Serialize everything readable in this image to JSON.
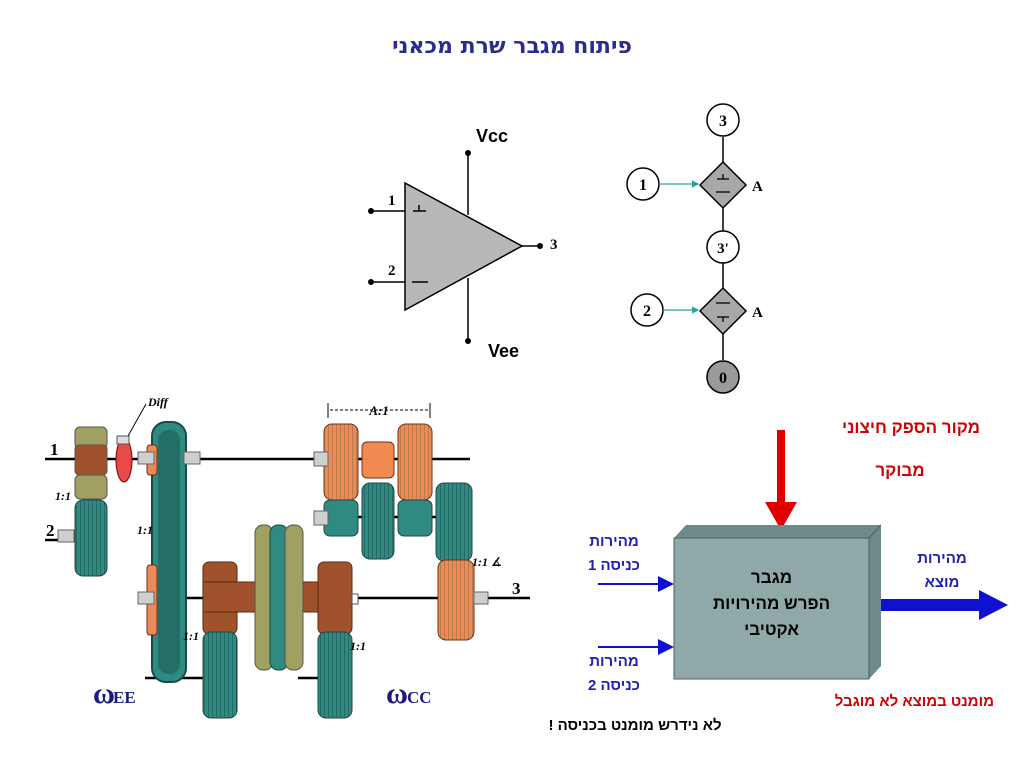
{
  "title": "פיתוח מגבר שרת מכאני",
  "opamp": {
    "vcc": "Vcc",
    "vee": "Vee",
    "pin1": "1",
    "pin2": "2",
    "pin3": "3"
  },
  "model": {
    "node3": "3",
    "node3p": "3'",
    "node0": "0",
    "node1": "1",
    "node2": "2",
    "gainA1": "A",
    "gainA2": "A"
  },
  "gearbox": {
    "diff": "Diff",
    "ratioA": "A:1",
    "in1": "1",
    "in2": "2",
    "out3": "3",
    "r1": "1:1",
    "r2": "1:1",
    "r3": "1:1",
    "r4": "1:1",
    "r5": "1:1",
    "omegaEE_sym": "ω",
    "omegaEE_sub": "EE",
    "omegaCC_sym": "ω",
    "omegaCC_sub": "CC"
  },
  "block": {
    "ext_source_line1": "מקור הספק חיצוני",
    "ext_source_line2": "מבוקר",
    "in1_line1": "מהירות",
    "in1_line2": "כניסה 1",
    "in2_line1": "מהירות",
    "in2_line2": "כניסה 2",
    "out_line1": "מהירות",
    "out_line2": "מוצא",
    "box_line1": "מגבר",
    "box_line2": "הפרש מהירויות",
    "box_line3": "אקטיבי",
    "torque_note": "מומנט במוצא לא מוגבל",
    "input_note": "לא נידרש מומנט בכניסה !"
  },
  "colors": {
    "title": "#2b2b8f",
    "block_fill": "#8fa9a9",
    "arrow_red": "#e00000",
    "arrow_blue": "#1010d0",
    "text_red": "#d00000",
    "text_blue": "#2020b0",
    "gear_teal": "#2f8a82",
    "gear_orange": "#f08a50",
    "gear_olive": "#a0a060",
    "gear_brown": "#a0522d"
  }
}
